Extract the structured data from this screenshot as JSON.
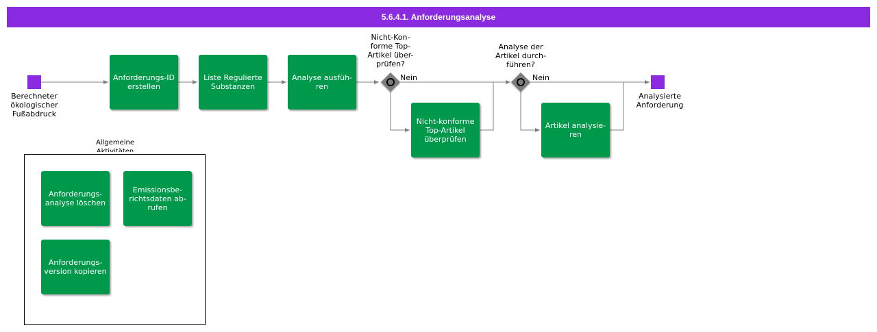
{
  "title": "5.6.4.1. Anforderungsanalyse",
  "events": {
    "start_label": "Berechneter\nökologischer\nFußabdruck",
    "end_label": "Analysierte\nAnforderung"
  },
  "tasks": {
    "create_id": "Anforderungs-ID\nerstellen",
    "list_substances": "Liste Regulierte\nSubstanzen",
    "run_analysis": "Analyse ausfüh-\nren",
    "check_noncompliant": "Nicht-konforme\nTop-Artikel\nüberprüfen",
    "analyze_articles": "Artikel analysie-\nren"
  },
  "gateways": {
    "gw1_question": "Nicht-Kon-\nforme Top-\nArtikel über-\nprüfen?",
    "gw1_no": "Nein",
    "gw2_question": "Analyse der\nArtikel durch-\nführen?",
    "gw2_no": "Nein"
  },
  "group": {
    "title": "Allgemeine\nAktivitäten",
    "tasks": {
      "delete_analysis": "Anforderungs-\nanalyse löschen",
      "retrieve_emissions": "Emissionsbe-\nrichtsdaten ab-\nrufen",
      "copy_version": "Anforderungs-\nversion kopieren"
    }
  },
  "colors": {
    "header": "#8a2be2",
    "task": "#00994c",
    "event": "#8a2be2",
    "gateway": "#7d7d7d",
    "connector": "#808080"
  }
}
